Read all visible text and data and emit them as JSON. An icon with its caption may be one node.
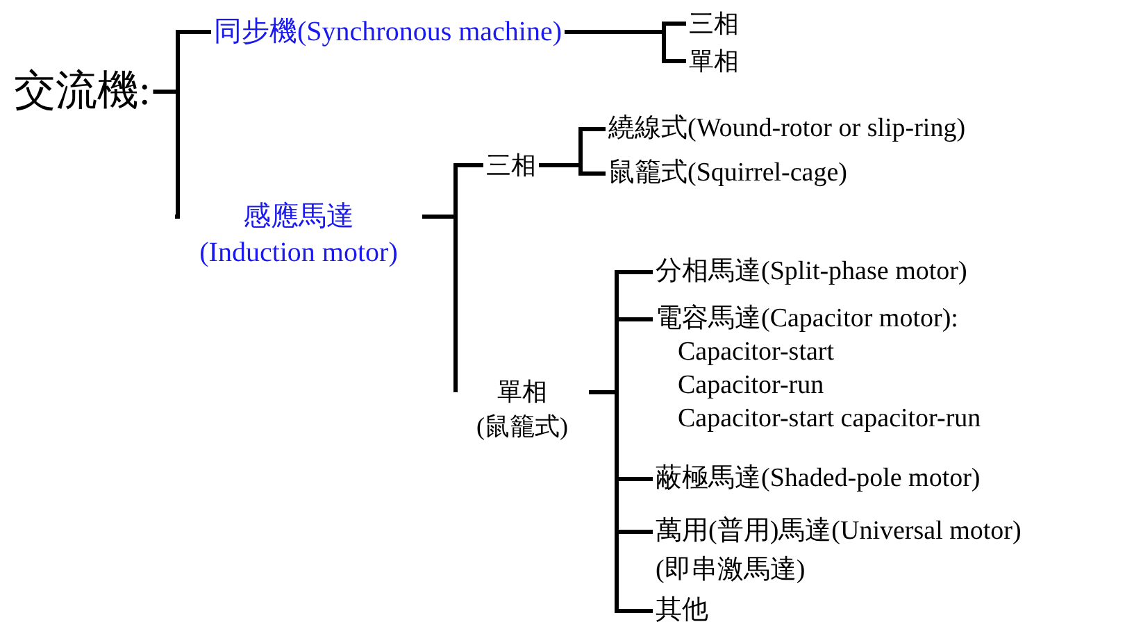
{
  "diagram": {
    "nodes": [
      {
        "text": [
          "交流機:"
        ]
      },
      {
        "text": [
          "同步機(Synchronous machine)"
        ]
      },
      {
        "text": [
          "三相"
        ]
      },
      {
        "text": [
          "單相"
        ]
      },
      {
        "text": [
          "感應馬達",
          "(Induction motor)"
        ]
      },
      {
        "text": [
          "三相"
        ]
      },
      {
        "text": [
          "繞線式(Wound-rotor or slip-ring)"
        ]
      },
      {
        "text": [
          "鼠籠式(Squirrel-cage)"
        ]
      },
      {
        "text": [
          "單相",
          "(鼠籠式)"
        ]
      },
      {
        "text": [
          "分相馬達(Split-phase motor)"
        ]
      },
      {
        "text": [
          "電容馬達(Capacitor motor):",
          "Capacitor-start",
          "Capacitor-run",
          "Capacitor-start capacitor-run"
        ]
      },
      {
        "text": [
          "蔽極馬達(Shaded-pole motor)"
        ]
      },
      {
        "text": [
          "萬用(普用)馬達(Universal motor)",
          "(即串激馬達)"
        ]
      },
      {
        "text": [
          "其他"
        ]
      }
    ],
    "edges": [
      {
        "from": 0,
        "to": 1,
        "arrow": "none"
      },
      {
        "from": 0,
        "to": 4,
        "arrow": "none"
      },
      {
        "from": 1,
        "to": 2,
        "arrow": "none"
      },
      {
        "from": 1,
        "to": 3,
        "arrow": "none"
      },
      {
        "from": 4,
        "to": 5,
        "arrow": "none"
      },
      {
        "from": 4,
        "to": 8,
        "arrow": "none"
      },
      {
        "from": 5,
        "to": 6,
        "arrow": "none"
      },
      {
        "from": 5,
        "to": 7,
        "arrow": "none"
      },
      {
        "from": 8,
        "to": 9,
        "arrow": "none"
      },
      {
        "from": 8,
        "to": 10,
        "arrow": "none"
      },
      {
        "from": 8,
        "to": 11,
        "arrow": "none"
      },
      {
        "from": 8,
        "to": 12,
        "arrow": "none"
      },
      {
        "from": 8,
        "to": 13,
        "arrow": "none"
      }
    ]
  }
}
